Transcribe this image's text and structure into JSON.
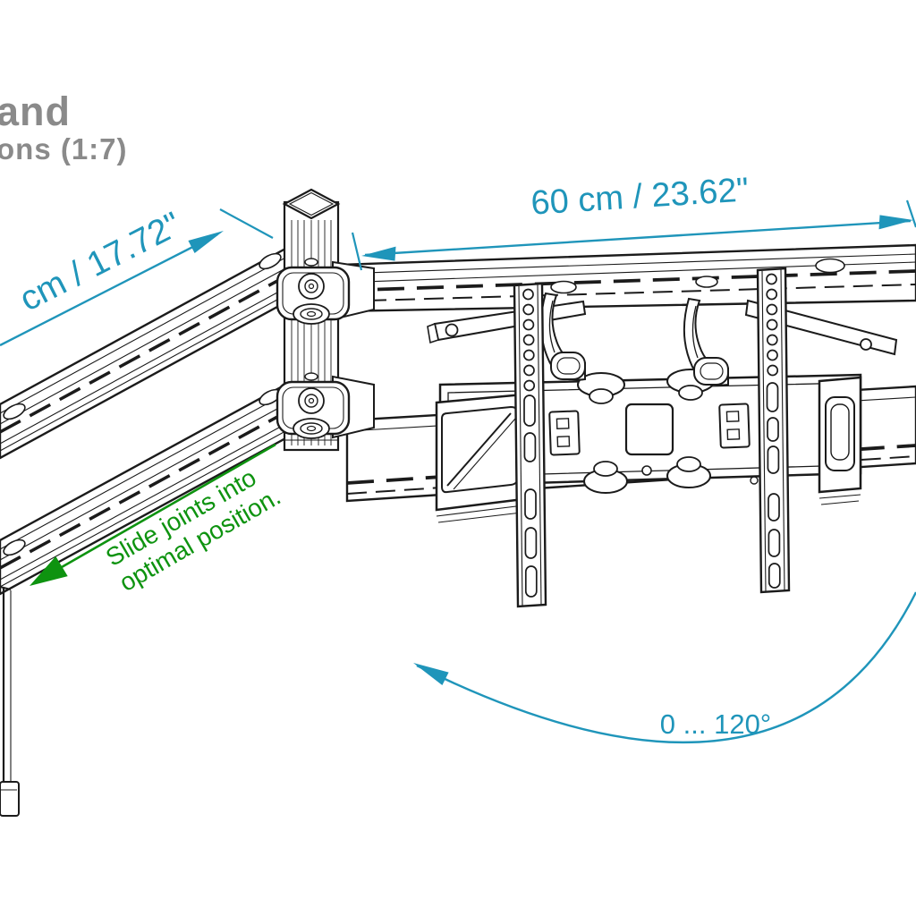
{
  "title": {
    "fragment_line1": "and",
    "fragment_line2": "ons (1:7)"
  },
  "dimensions": {
    "arm_length": {
      "label": "cm / 17.72\""
    },
    "rail_width": {
      "label": "60 cm / 23.62\""
    },
    "swivel_range": {
      "label": "0 ... 120°"
    }
  },
  "note": {
    "line1": "Slide joints into",
    "line2": "optimal position."
  },
  "colors": {
    "dimension_teal": "#1f95ba",
    "note_green": "#0e9310",
    "title_gray": "#8a8a8a",
    "line_black": "#1b1b1b",
    "background": "#ffffff"
  }
}
